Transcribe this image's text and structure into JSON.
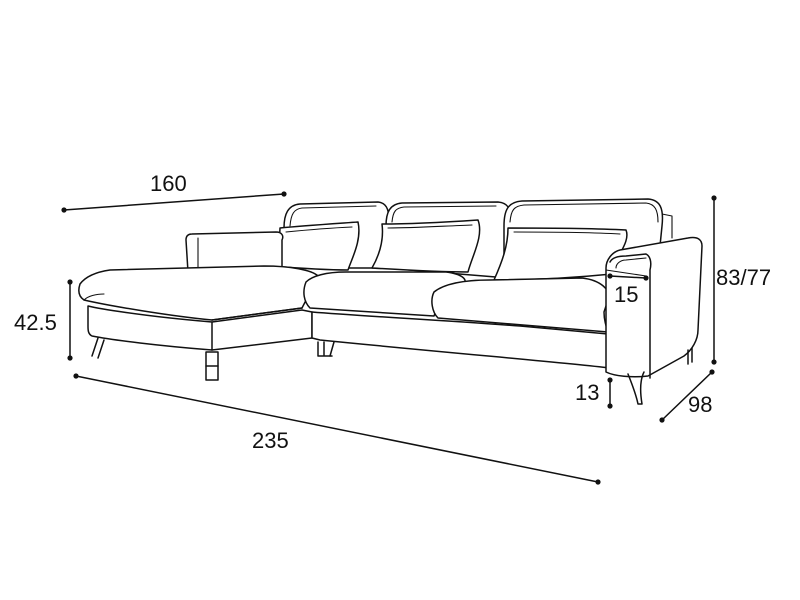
{
  "dimensions": {
    "top_width": "160",
    "seat_height": "42.5",
    "total_width": "235",
    "arm_width": "15",
    "back_height": "83/77",
    "leg_height": "13",
    "depth": "98"
  },
  "colors": {
    "line": "#111111",
    "background": "#ffffff"
  }
}
